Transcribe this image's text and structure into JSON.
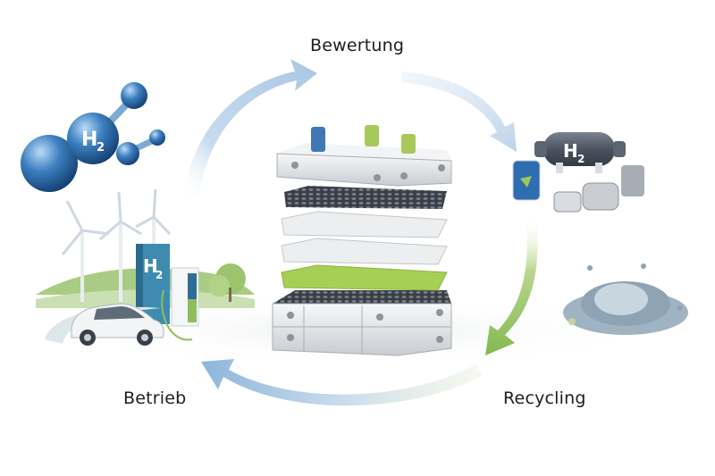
{
  "diagram": {
    "title": "",
    "stages": [
      {
        "id": "bewertung",
        "label": "Bewertung",
        "position": "top"
      },
      {
        "id": "recycling",
        "label": "Recycling",
        "position": "bottom-right"
      },
      {
        "id": "betrieb",
        "label": "Betrieb",
        "position": "bottom-left"
      }
    ],
    "center": {
      "name": "fuel-cell-stack",
      "layers": [
        "end-plate-with-connectors",
        "flow-field-plate",
        "gas-diffusion-layer",
        "gas-diffusion-layer",
        "membrane",
        "bipolar-plate-housing"
      ]
    },
    "illustrations": {
      "molecule_label": "H",
      "molecule_sub": "2",
      "station_label": "H",
      "station_sub": "2",
      "tank_label": "H",
      "tank_sub": "2"
    },
    "colors": {
      "arrow_blue": "#9fc2e0",
      "arrow_green": "#8fbd5a",
      "molecule_blue": "#2e6aa6",
      "membrane_green": "#a6cf55",
      "plate_grey": "#e3e5e8",
      "tank_dark": "#4f5864"
    }
  }
}
